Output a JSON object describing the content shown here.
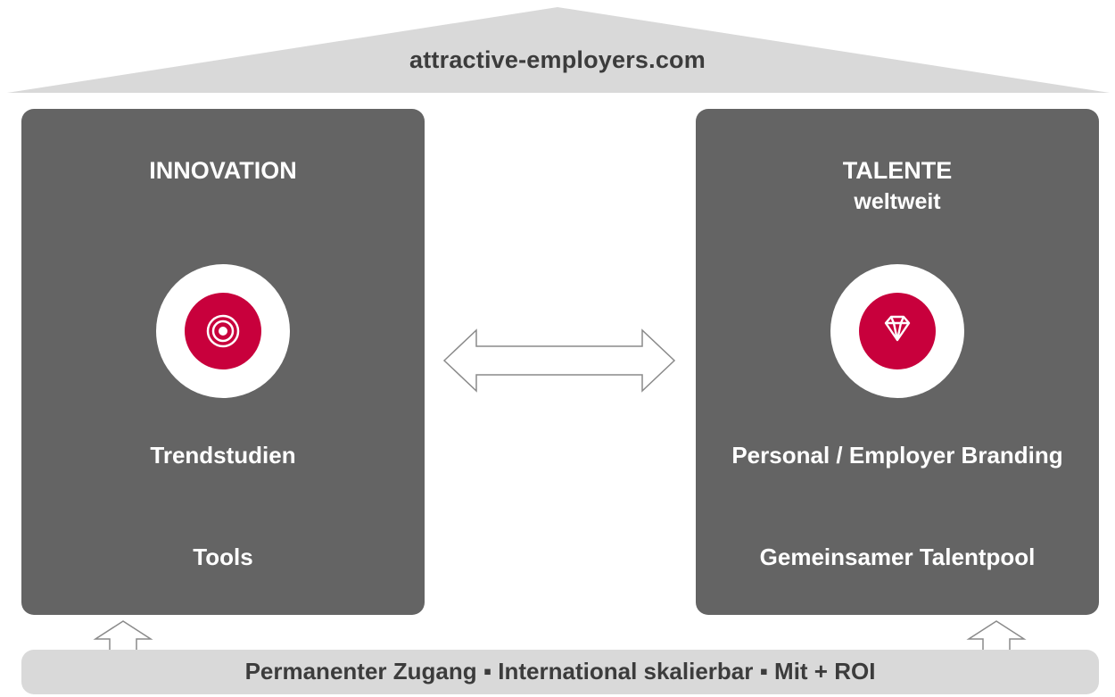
{
  "roof": {
    "label": "attractive-employers.com",
    "color": "#d9d9d9"
  },
  "pillars": [
    {
      "title": "INNOVATION",
      "subtitle": "",
      "icon": "target-icon",
      "items": [
        "Trendstudien",
        "Tools"
      ]
    },
    {
      "title": "TALENTE",
      "subtitle": "weltweit",
      "icon": "diamond-icon",
      "items": [
        "Personal / Employer Branding",
        "Gemeinsamer Talentpool"
      ]
    }
  ],
  "connector": {
    "icon": "double-arrow-icon"
  },
  "foundation": {
    "label": "Permanenter Zugang ▪ International skalierbar ▪ Mit + ROI",
    "color": "#d9d9d9"
  },
  "colors": {
    "pillar": "#646464",
    "accent": "#c8003c",
    "text_dark": "#3c3c3c",
    "text_light": "#ffffff"
  }
}
